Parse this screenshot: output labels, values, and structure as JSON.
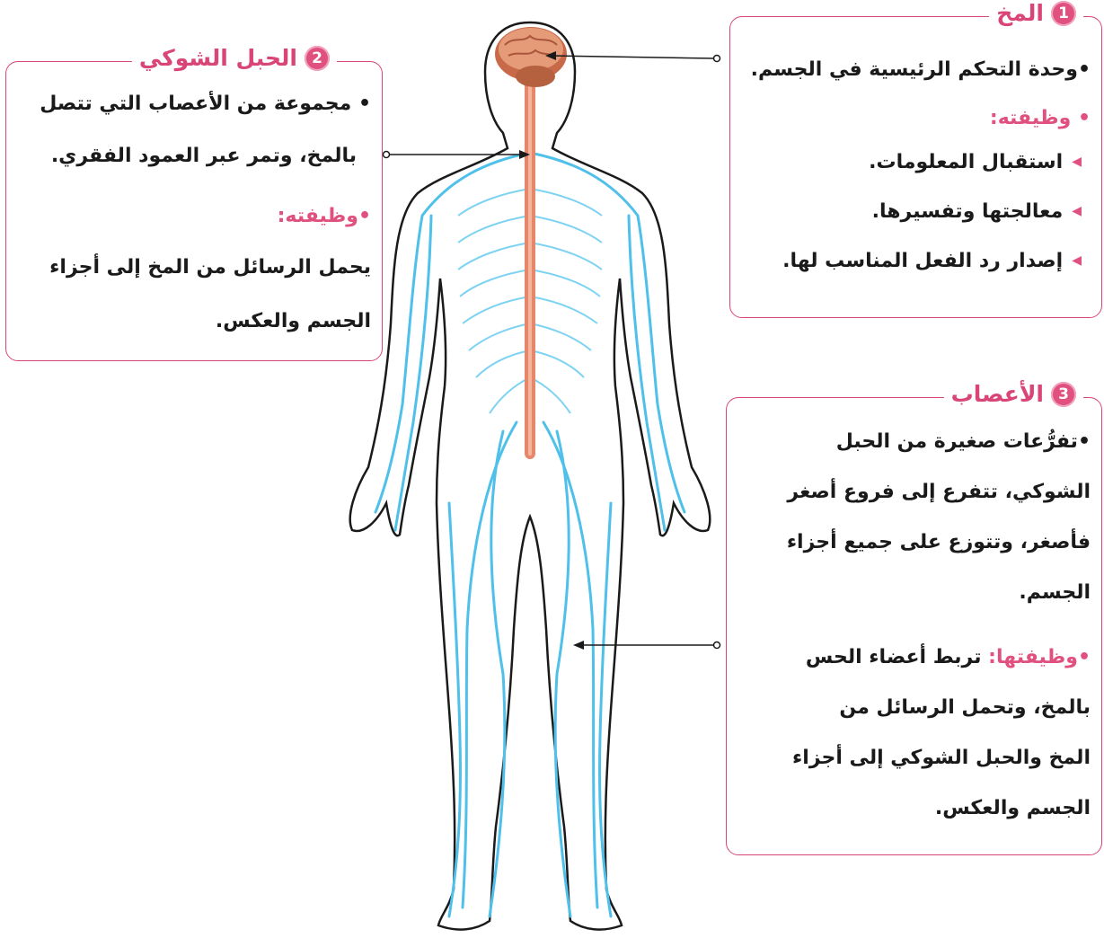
{
  "brain": {
    "number": "1",
    "title": "المخ",
    "desc": "وحدة التحكم الرئيسية في الجسم.",
    "function_label": "وظيفته:",
    "functions": [
      "استقبال المعلومات.",
      "معالجتها وتفسيرها.",
      "إصدار رد الفعل المناسب لها."
    ]
  },
  "spinal": {
    "number": "2",
    "title": "الحبل الشوكي",
    "desc_line1": "مجموعة من الأعصاب التي تتصل",
    "desc_line2": "بالمخ، وتمر عبر العمود الفقري.",
    "function_label": "وظيفته:",
    "function_line1": "يحمل الرسائل من المخ إلى أجزاء",
    "function_line2": "الجسم والعكس."
  },
  "nerves": {
    "number": "3",
    "title": "الأعصاب",
    "desc_lines": [
      "تفرُّعات صغيرة من الحبل",
      "الشوكي، تتفرع إلى فروع أصغر",
      "فأصغر، وتتوزع على جميع أجزاء",
      "الجسم."
    ],
    "function_label": "وظيفتها:",
    "function_lines": [
      "تربط أعضاء الحس",
      "بالمخ، وتحمل الرسائل من",
      "المخ والحبل الشوكي إلى أجزاء",
      "الجسم والعكس."
    ]
  },
  "colors": {
    "accent": "#e0517f",
    "nerve": "#4fc0ea",
    "spine": "#e6866a",
    "brain": "#c86a4a"
  }
}
